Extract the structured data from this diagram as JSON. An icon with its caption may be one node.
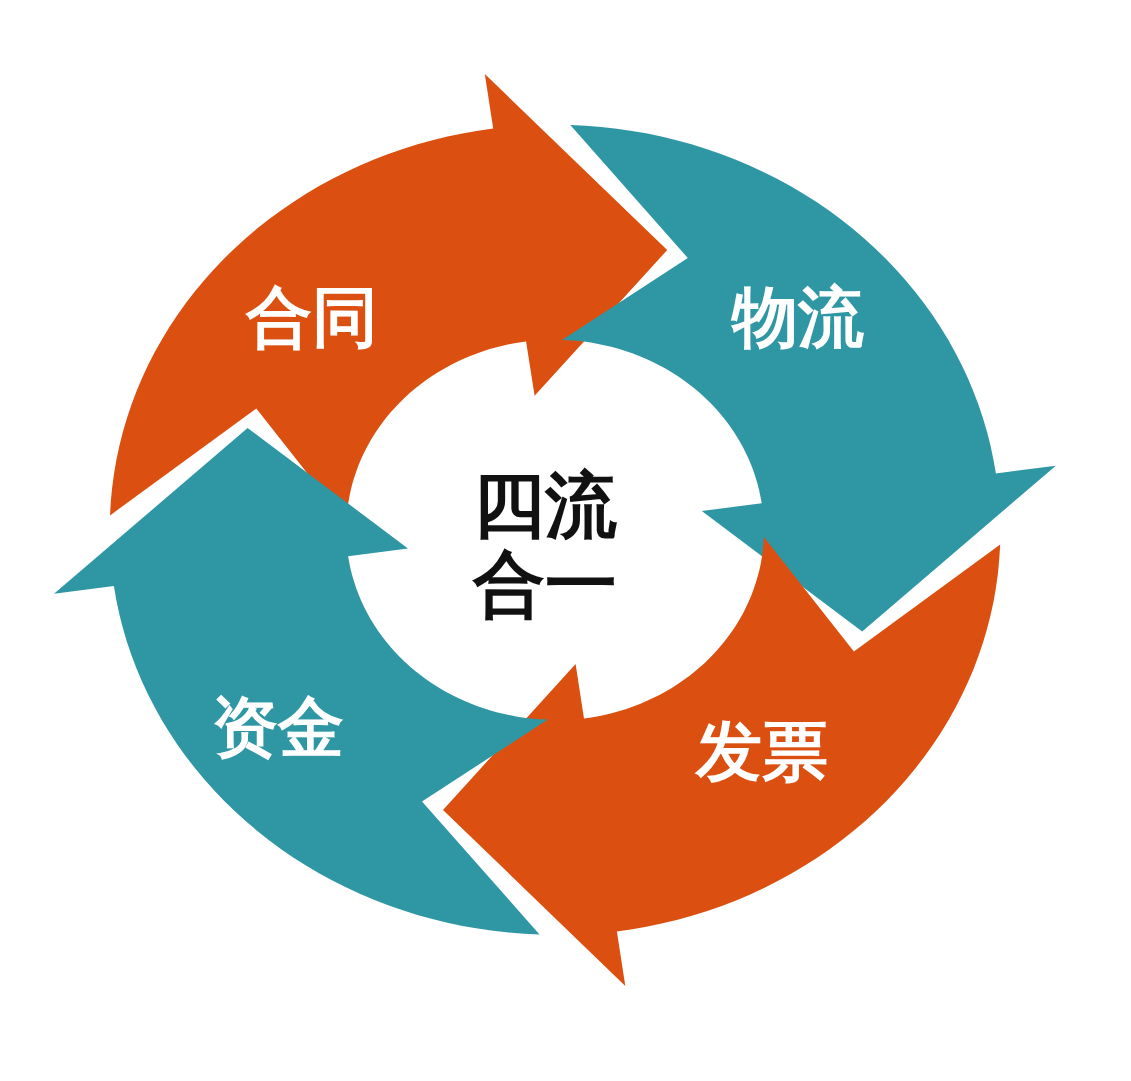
{
  "diagram": {
    "nodes": [
      {
        "text": [
          "合同"
        ]
      },
      {
        "text": [
          "物流"
        ]
      },
      {
        "text": [
          "发票"
        ]
      },
      {
        "text": [
          "资金"
        ]
      }
    ],
    "labels": [
      "四流合一"
    ]
  }
}
